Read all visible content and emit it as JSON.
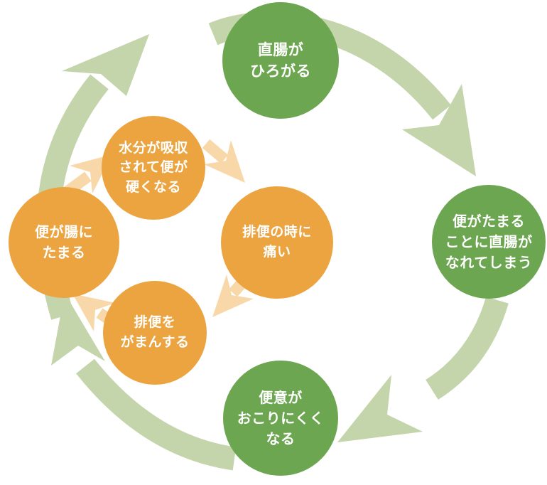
{
  "colors": {
    "node_green": "#6da651",
    "node_orange": "#eba440",
    "arrow_green": "#c4d4ab",
    "arrow_orange": "#f8d8a9",
    "node_text": "#ffffff",
    "background": "#ffffff"
  },
  "nodes": {
    "rectum_expands": {
      "label": "直腸が\nひろがる"
    },
    "rectum_accustomed": {
      "label": "便がたまる\nことに直腸が\nなれてしまう"
    },
    "urge_decreases": {
      "label": "便意が\nおこりにくく\nなる"
    },
    "water_absorbed": {
      "label": "水分が吸収\nされて便が\n硬くなる"
    },
    "stool_accumulates": {
      "label": "便が腸に\nたまる"
    },
    "painful_defecation": {
      "label": "排便の時に\n痛い"
    },
    "withhold_defecation": {
      "label": "排便を\nがまんする"
    }
  },
  "edges": {
    "outer_cycle": [
      {
        "from": "rectum_expands",
        "to": "rectum_accustomed"
      },
      {
        "from": "rectum_accustomed",
        "to": "urge_decreases"
      },
      {
        "from": "urge_decreases",
        "to": "stool_accumulates"
      },
      {
        "from": "stool_accumulates",
        "to": "rectum_expands"
      }
    ],
    "inner_cycle": [
      {
        "from": "stool_accumulates",
        "to": "water_absorbed"
      },
      {
        "from": "water_absorbed",
        "to": "painful_defecation"
      },
      {
        "from": "painful_defecation",
        "to": "withhold_defecation"
      },
      {
        "from": "withhold_defecation",
        "to": "stool_accumulates"
      }
    ]
  }
}
